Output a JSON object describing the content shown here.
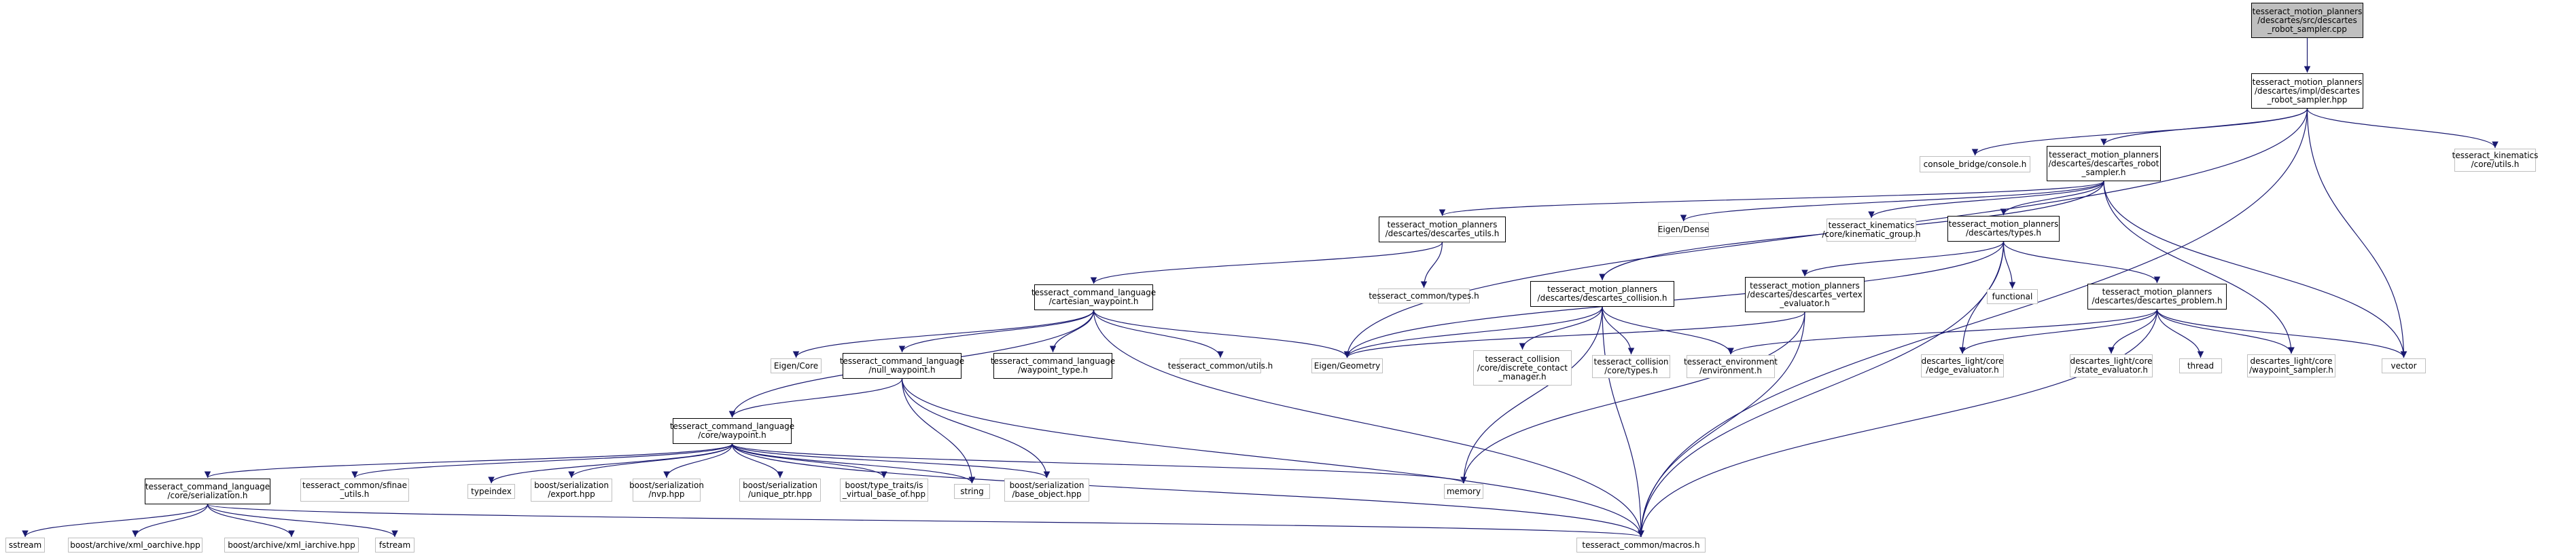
{
  "graph": {
    "edge_color": "#191970",
    "nodes": [
      {
        "id": "n00",
        "label": "tesseract_motion_planners\n/descartes/src/descartes\n_robot_sampler.cpp",
        "kind": "root",
        "interactable": false
      },
      {
        "id": "n01",
        "label": "tesseract_motion_planners\n/descartes/impl/descartes\n_robot_sampler.hpp",
        "kind": "doc",
        "interactable": true
      },
      {
        "id": "n02",
        "label": "console_bridge/console.h",
        "kind": "ext",
        "interactable": false
      },
      {
        "id": "n03",
        "label": "tesseract_motion_planners\n/descartes/descartes_robot\n_sampler.h",
        "kind": "doc",
        "interactable": true
      },
      {
        "id": "n04",
        "label": "tesseract_kinematics\n/core/utils.h",
        "kind": "ext",
        "interactable": false
      },
      {
        "id": "n05",
        "label": "tesseract_motion_planners\n/descartes/descartes_utils.h",
        "kind": "doc",
        "interactable": true
      },
      {
        "id": "n06",
        "label": "Eigen/Dense",
        "kind": "ext",
        "interactable": false
      },
      {
        "id": "n07",
        "label": "tesseract_kinematics\n/core/kinematic_group.h",
        "kind": "ext",
        "interactable": false
      },
      {
        "id": "n08",
        "label": "tesseract_motion_planners\n/descartes/types.h",
        "kind": "doc",
        "interactable": true
      },
      {
        "id": "n09",
        "label": "tesseract_common/types.h",
        "kind": "ext",
        "interactable": false
      },
      {
        "id": "n10",
        "label": "tesseract_command_language\n/cartesian_waypoint.h",
        "kind": "doc",
        "interactable": true
      },
      {
        "id": "n11",
        "label": "tesseract_motion_planners\n/descartes/descartes_collision.h",
        "kind": "doc",
        "interactable": true
      },
      {
        "id": "n12",
        "label": "tesseract_motion_planners\n/descartes/descartes_vertex\n_evaluator.h",
        "kind": "doc",
        "interactable": true
      },
      {
        "id": "n13",
        "label": "functional",
        "kind": "ext",
        "interactable": false
      },
      {
        "id": "n14",
        "label": "tesseract_motion_planners\n/descartes/descartes_problem.h",
        "kind": "doc",
        "interactable": true
      },
      {
        "id": "n15",
        "label": "Eigen/Core",
        "kind": "ext",
        "interactable": false
      },
      {
        "id": "n16",
        "label": "tesseract_command_language\n/null_waypoint.h",
        "kind": "doc",
        "interactable": true
      },
      {
        "id": "n17",
        "label": "tesseract_command_language\n/waypoint_type.h",
        "kind": "doc",
        "interactable": true
      },
      {
        "id": "n18",
        "label": "tesseract_common/utils.h",
        "kind": "ext",
        "interactable": false
      },
      {
        "id": "n19",
        "label": "Eigen/Geometry",
        "kind": "ext",
        "interactable": false
      },
      {
        "id": "n20",
        "label": "tesseract_collision\n/core/discrete_contact\n_manager.h",
        "kind": "ext",
        "interactable": false
      },
      {
        "id": "n21",
        "label": "tesseract_collision\n/core/types.h",
        "kind": "ext",
        "interactable": false
      },
      {
        "id": "n22",
        "label": "tesseract_environment\n/environment.h",
        "kind": "ext",
        "interactable": false
      },
      {
        "id": "n23",
        "label": "descartes_light/core\n/edge_evaluator.h",
        "kind": "ext",
        "interactable": false
      },
      {
        "id": "n24",
        "label": "descartes_light/core\n/state_evaluator.h",
        "kind": "ext",
        "interactable": false
      },
      {
        "id": "n25",
        "label": "thread",
        "kind": "ext",
        "interactable": false
      },
      {
        "id": "n26",
        "label": "descartes_light/core\n/waypoint_sampler.h",
        "kind": "ext",
        "interactable": false
      },
      {
        "id": "n27",
        "label": "vector",
        "kind": "ext",
        "interactable": false
      },
      {
        "id": "n28",
        "label": "tesseract_command_language\n/core/waypoint.h",
        "kind": "doc",
        "interactable": true
      },
      {
        "id": "n29",
        "label": "tesseract_command_language\n/core/serialization.h",
        "kind": "doc",
        "interactable": true
      },
      {
        "id": "n30",
        "label": "tesseract_common/sfinae\n_utils.h",
        "kind": "ext",
        "interactable": false
      },
      {
        "id": "n31",
        "label": "typeindex",
        "kind": "ext",
        "interactable": false
      },
      {
        "id": "n32",
        "label": "boost/serialization\n/export.hpp",
        "kind": "ext",
        "interactable": false
      },
      {
        "id": "n33",
        "label": "boost/serialization\n/nvp.hpp",
        "kind": "ext",
        "interactable": false
      },
      {
        "id": "n34",
        "label": "boost/serialization\n/unique_ptr.hpp",
        "kind": "ext",
        "interactable": false
      },
      {
        "id": "n35",
        "label": "boost/type_traits/is\n_virtual_base_of.hpp",
        "kind": "ext",
        "interactable": false
      },
      {
        "id": "n36",
        "label": "string",
        "kind": "ext",
        "interactable": false
      },
      {
        "id": "n37",
        "label": "boost/serialization\n/base_object.hpp",
        "kind": "ext",
        "interactable": false
      },
      {
        "id": "n38",
        "label": "memory",
        "kind": "ext",
        "interactable": false
      },
      {
        "id": "n39",
        "label": "sstream",
        "kind": "ext",
        "interactable": false
      },
      {
        "id": "n40",
        "label": "boost/archive/xml_oarchive.hpp",
        "kind": "ext",
        "interactable": false
      },
      {
        "id": "n41",
        "label": "boost/archive/xml_iarchive.hpp",
        "kind": "ext",
        "interactable": false
      },
      {
        "id": "n42",
        "label": "fstream",
        "kind": "ext",
        "interactable": false
      },
      {
        "id": "n43",
        "label": "tesseract_common/macros.h",
        "kind": "ext",
        "interactable": false
      }
    ],
    "edges": [
      [
        "n00",
        "n01"
      ],
      [
        "n01",
        "n02"
      ],
      [
        "n01",
        "n03"
      ],
      [
        "n01",
        "n04"
      ],
      [
        "n01",
        "n19"
      ],
      [
        "n01",
        "n27"
      ],
      [
        "n01",
        "n43"
      ],
      [
        "n03",
        "n05"
      ],
      [
        "n03",
        "n06"
      ],
      [
        "n03",
        "n07"
      ],
      [
        "n03",
        "n08"
      ],
      [
        "n03",
        "n11"
      ],
      [
        "n03",
        "n26"
      ],
      [
        "n03",
        "n27"
      ],
      [
        "n05",
        "n09"
      ],
      [
        "n05",
        "n10"
      ],
      [
        "n08",
        "n12"
      ],
      [
        "n08",
        "n13"
      ],
      [
        "n08",
        "n14"
      ],
      [
        "n08",
        "n19"
      ],
      [
        "n08",
        "n23"
      ],
      [
        "n08",
        "n43"
      ],
      [
        "n10",
        "n15"
      ],
      [
        "n10",
        "n16"
      ],
      [
        "n10",
        "n17"
      ],
      [
        "n10",
        "n18"
      ],
      [
        "n10",
        "n19"
      ],
      [
        "n10",
        "n28"
      ],
      [
        "n10",
        "n43"
      ],
      [
        "n11",
        "n19"
      ],
      [
        "n11",
        "n20"
      ],
      [
        "n11",
        "n21"
      ],
      [
        "n11",
        "n22"
      ],
      [
        "n11",
        "n38"
      ],
      [
        "n11",
        "n43"
      ],
      [
        "n12",
        "n19"
      ],
      [
        "n12",
        "n38"
      ],
      [
        "n12",
        "n43"
      ],
      [
        "n14",
        "n22"
      ],
      [
        "n14",
        "n23"
      ],
      [
        "n14",
        "n24"
      ],
      [
        "n14",
        "n25"
      ],
      [
        "n14",
        "n26"
      ],
      [
        "n14",
        "n27"
      ],
      [
        "n14",
        "n43"
      ],
      [
        "n16",
        "n28"
      ],
      [
        "n16",
        "n36"
      ],
      [
        "n16",
        "n37"
      ],
      [
        "n16",
        "n43"
      ],
      [
        "n28",
        "n29"
      ],
      [
        "n28",
        "n30"
      ],
      [
        "n28",
        "n31"
      ],
      [
        "n28",
        "n32"
      ],
      [
        "n28",
        "n33"
      ],
      [
        "n28",
        "n34"
      ],
      [
        "n28",
        "n35"
      ],
      [
        "n28",
        "n36"
      ],
      [
        "n28",
        "n37"
      ],
      [
        "n28",
        "n38"
      ],
      [
        "n28",
        "n43"
      ],
      [
        "n29",
        "n39"
      ],
      [
        "n29",
        "n40"
      ],
      [
        "n29",
        "n41"
      ],
      [
        "n29",
        "n42"
      ],
      [
        "n29",
        "n43"
      ]
    ]
  }
}
